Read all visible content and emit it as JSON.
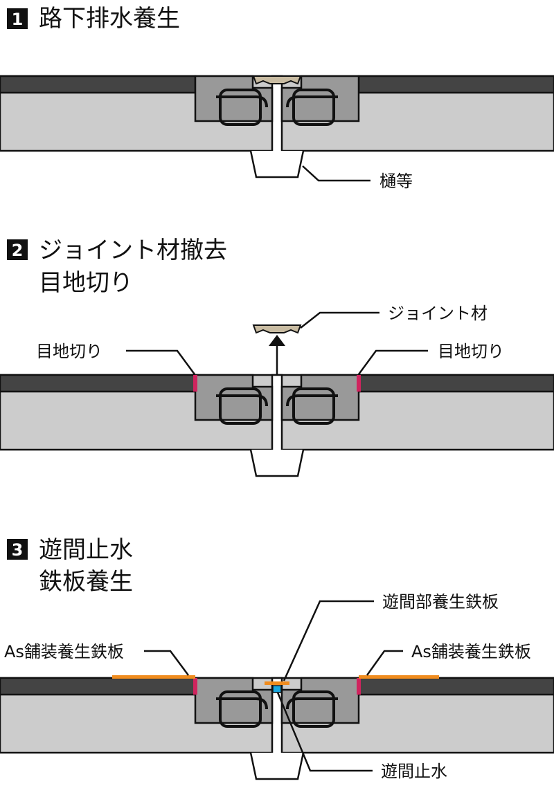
{
  "steps": [
    {
      "number": "1",
      "title_lines": [
        "路下排水養生"
      ]
    },
    {
      "number": "2",
      "title_lines": [
        "ジョイント材撤去",
        "目地切り"
      ]
    },
    {
      "number": "3",
      "title_lines": [
        "遊間止水",
        "鉄板養生"
      ]
    }
  ],
  "labels": {
    "gutter": "樋等",
    "joint_material": "ジョイント材",
    "cut_left": "目地切り",
    "cut_right": "目地切り",
    "gap_plate": "遊間部養生鉄板",
    "as_plate_left": "As舗装養生鉄板",
    "as_plate_right": "As舗装養生鉄板",
    "gap_seal": "遊間止水"
  },
  "colors": {
    "pavement": "#444444",
    "concrete": "#cccccc",
    "block": "#999999",
    "joint": "#c9bca2",
    "cut_line": "#d0245e",
    "steel_plate": "#f08c1e",
    "water_seal": "#18a8e0"
  }
}
